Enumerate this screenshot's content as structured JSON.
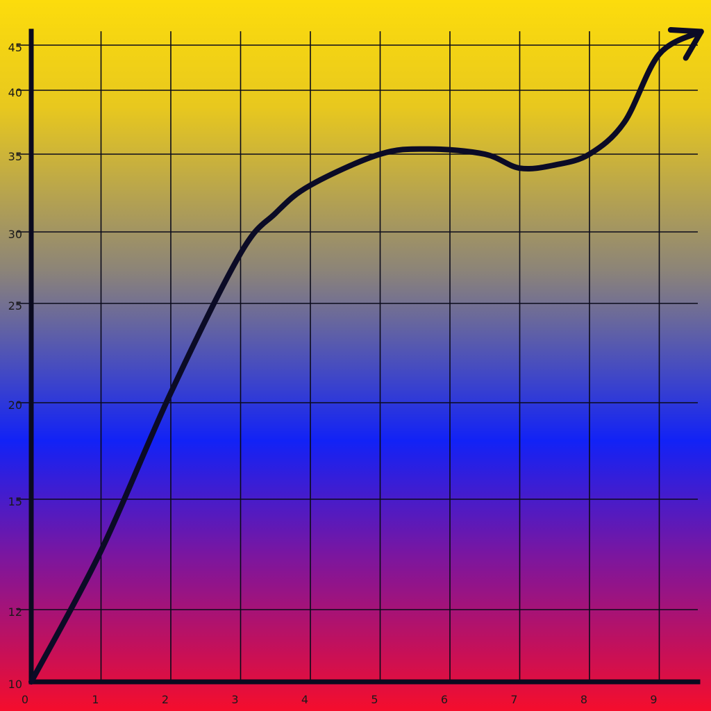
{
  "chart_data": {
    "type": "line",
    "title": "",
    "xlabel": "",
    "ylabel": "",
    "x_ticks": [
      "0",
      "1",
      "2",
      "3",
      "4",
      "5",
      "6",
      "7",
      "8",
      "9"
    ],
    "y_ticks": [
      10,
      12,
      15,
      20,
      25,
      30,
      35,
      40,
      45
    ],
    "xlim": [
      0,
      9.7
    ],
    "ylim": [
      10,
      45
    ],
    "grid": true,
    "legend": "none",
    "series": [
      {
        "x": [
          0,
          1,
          2,
          3,
          3.5,
          4,
          5,
          5.7,
          6.5,
          7,
          7.5,
          8,
          8.5,
          9,
          9.6
        ],
        "values": [
          10,
          13.6,
          20.5,
          28.5,
          31.2,
          33,
          35,
          35.4,
          35,
          34.1,
          34.3,
          35,
          37.5,
          44,
          46.5
        ],
        "arrow_end": true
      }
    ],
    "colors": {
      "background_top": "#fcdc0c",
      "background_mid": "#1222f6",
      "background_bottom": "#f50d2c",
      "line": "#0b0b26",
      "grid": "#0a0a1a"
    }
  }
}
